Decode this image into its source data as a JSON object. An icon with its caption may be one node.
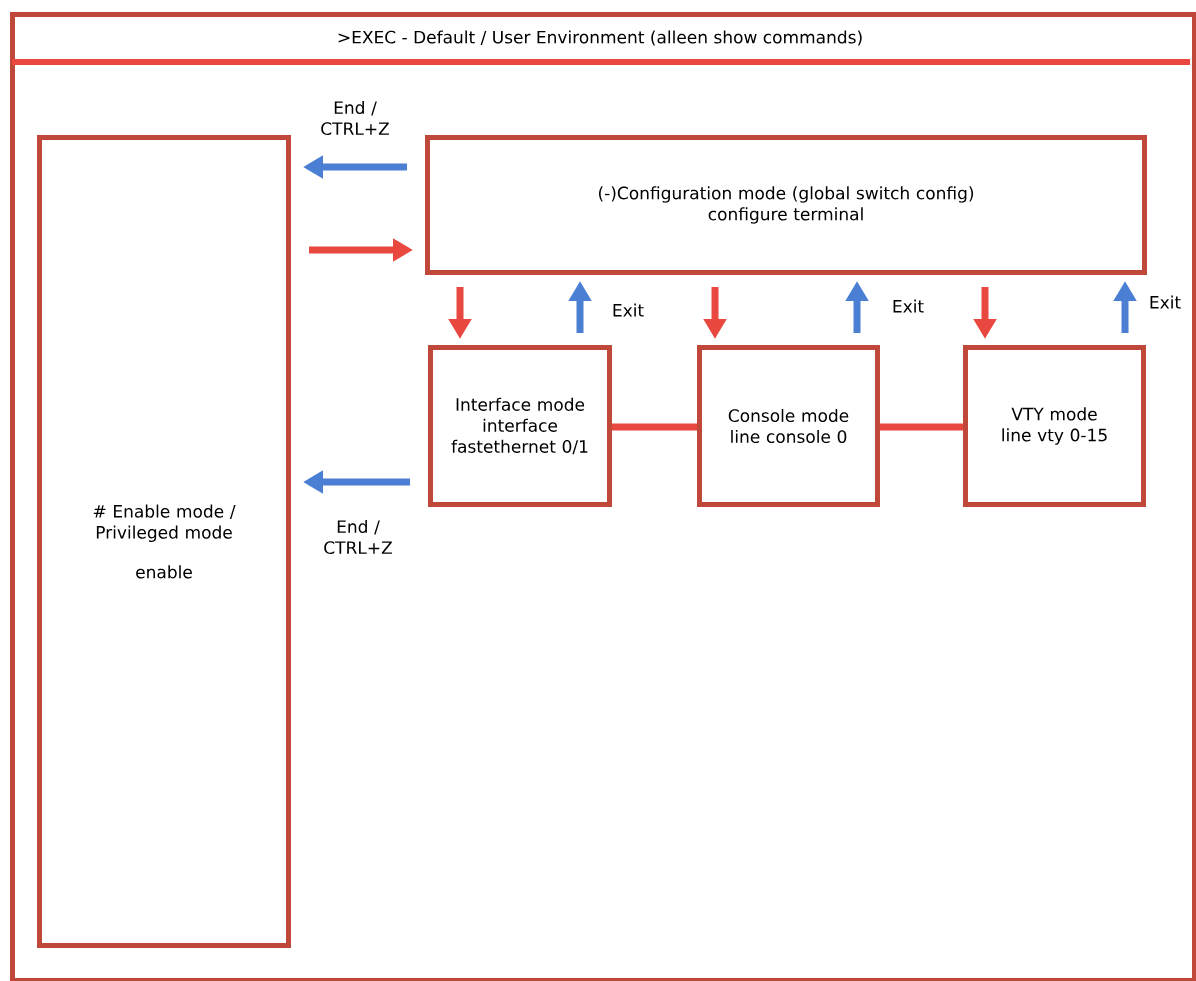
{
  "diagram": {
    "nodes": [
      {
        "text": [
          ">EXEC - Default / User Environment (alleen show commands)"
        ]
      },
      {
        "text": [
          "# Enable mode / Privileged mode",
          "enable"
        ],
        "in": 0
      },
      {
        "text": [
          "(-)Configuration mode (global switch config)",
          "configure terminal"
        ],
        "in": 0
      },
      {
        "text": [
          "Interface mode",
          "interface fastethernet 0/1"
        ],
        "in": 0
      },
      {
        "text": [
          "Console mode",
          "line console 0"
        ],
        "in": 0
      },
      {
        "text": [
          "VTY mode",
          "line vty 0-15"
        ],
        "in": 0
      }
    ],
    "edges": [
      {
        "from": 2,
        "to": 1,
        "arrow": "to",
        "label": "End / CTRL+Z",
        "color": "#4a7fd4"
      },
      {
        "from": 1,
        "to": 2,
        "arrow": "to"
      },
      {
        "from": 2,
        "to": 3,
        "arrow": "to"
      },
      {
        "from": 3,
        "to": 2,
        "arrow": "to",
        "label": "Exit",
        "color": "#4a7fd4"
      },
      {
        "from": 2,
        "to": 4,
        "arrow": "to"
      },
      {
        "from": 4,
        "to": 2,
        "arrow": "to",
        "label": "Exit",
        "color": "#4a7fd4"
      },
      {
        "from": 2,
        "to": 5,
        "arrow": "to"
      },
      {
        "from": 5,
        "to": 2,
        "arrow": "to",
        "label": "Exit",
        "color": "#4a7fd4"
      },
      {
        "from": 3,
        "to": 1,
        "arrow": "to",
        "label": "End / CTRL+Z",
        "color": "#4a7fd4"
      },
      {
        "from": 3,
        "to": 4,
        "arrow": "none"
      },
      {
        "from": 4,
        "to": 5,
        "arrow": "none"
      }
    ]
  }
}
